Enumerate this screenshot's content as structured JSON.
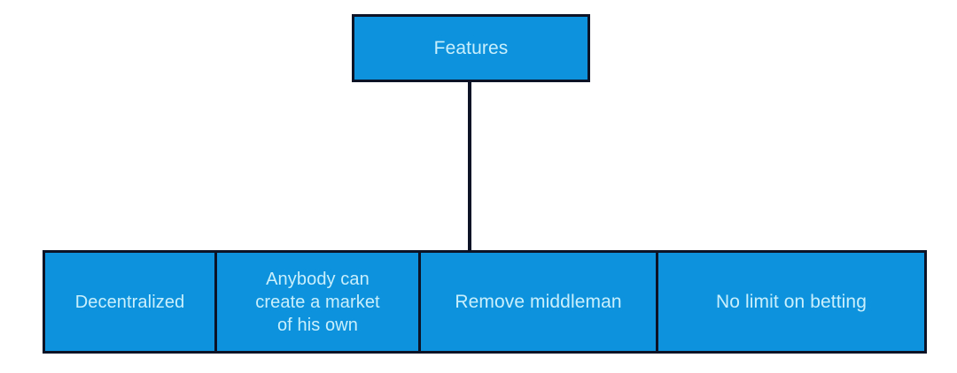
{
  "diagram": {
    "type": "hierarchy",
    "title": "Features",
    "background_color": "#ffffff",
    "node_fill_color": "#0d93dd",
    "node_border_color": "#0d1326",
    "node_text_color": "#c9effc",
    "connector_color": "#0d1326",
    "root": {
      "label": "Features"
    },
    "children": [
      {
        "label": "Decentralized"
      },
      {
        "label": "Anybody can\ncreate a market\nof his own"
      },
      {
        "label": "Remove middleman"
      },
      {
        "label": "No limit on betting"
      }
    ]
  }
}
